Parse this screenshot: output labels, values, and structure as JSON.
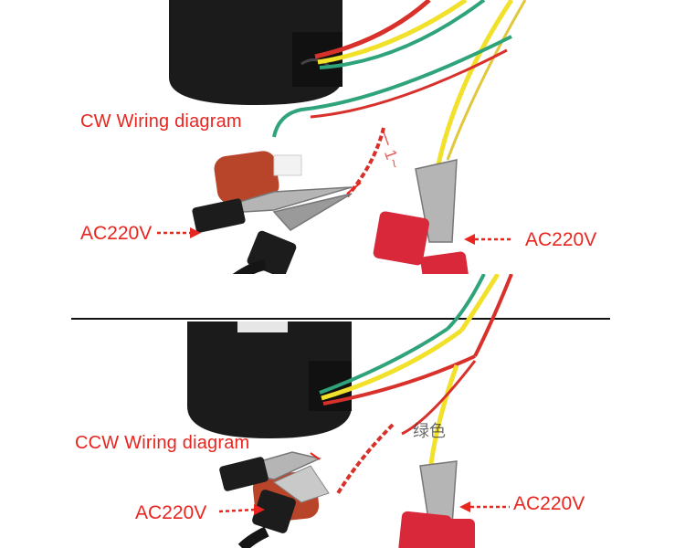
{
  "top": {
    "caption": "CW Wiring diagram",
    "left_label": "AC220V",
    "right_label": "AC220V",
    "fragment": "一 1~"
  },
  "bottom": {
    "caption": "CCW Wiring diagram",
    "left_label": "AC220V",
    "right_label": "AC220V",
    "fragment": "绿色"
  },
  "colors": {
    "label": "#e8261f",
    "wire_red": "#d8302a",
    "wire_yellow": "#f1e12a",
    "wire_green": "#2fa37a",
    "clip_red": "#d8283a",
    "motor_black": "#1a1a1a",
    "capacitor": "#b8452a"
  }
}
